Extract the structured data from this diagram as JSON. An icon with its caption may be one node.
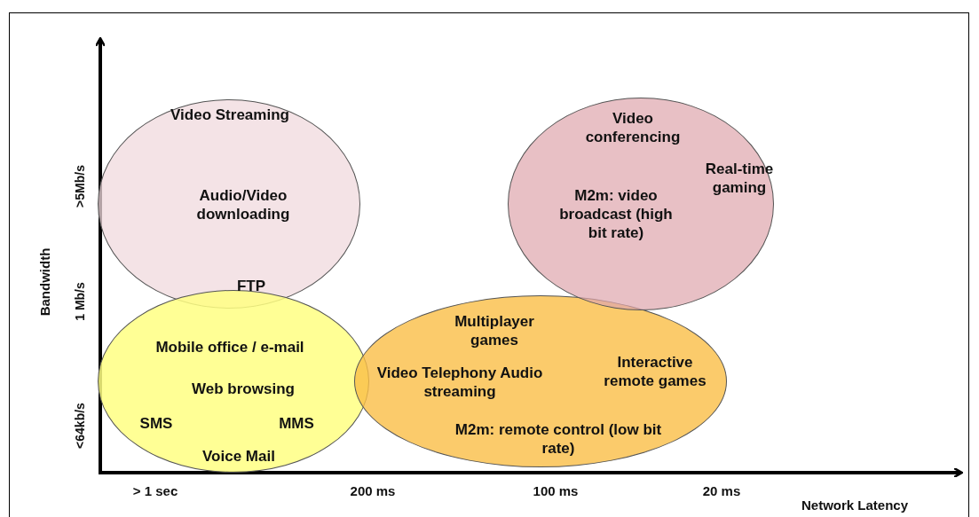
{
  "diagram": {
    "nodes": [
      {
        "text": [
          "Video Streaming",
          "Audio/Video downloading"
        ]
      },
      {
        "text": [
          "Video conferencing",
          "Real-time gaming",
          "M2m: video broadcast (high bit rate)"
        ]
      },
      {
        "text": [
          "Mobile office / e-mail",
          "Web browsing",
          "SMS",
          "MMS",
          "Voice Mail"
        ]
      },
      {
        "text": [
          "Multiplayer games",
          "Video Telephony Audio streaming",
          "Interactive remote games",
          "M2m: remote control (low bit rate)"
        ]
      }
    ],
    "edges": [],
    "labels": [
      "Bandwidth",
      ">5Mb/s",
      "1 Mb/s",
      "<64kb/s",
      "FTP",
      "> 1 sec",
      "200 ms",
      "100 ms",
      "20 ms",
      "Network Latency"
    ]
  }
}
